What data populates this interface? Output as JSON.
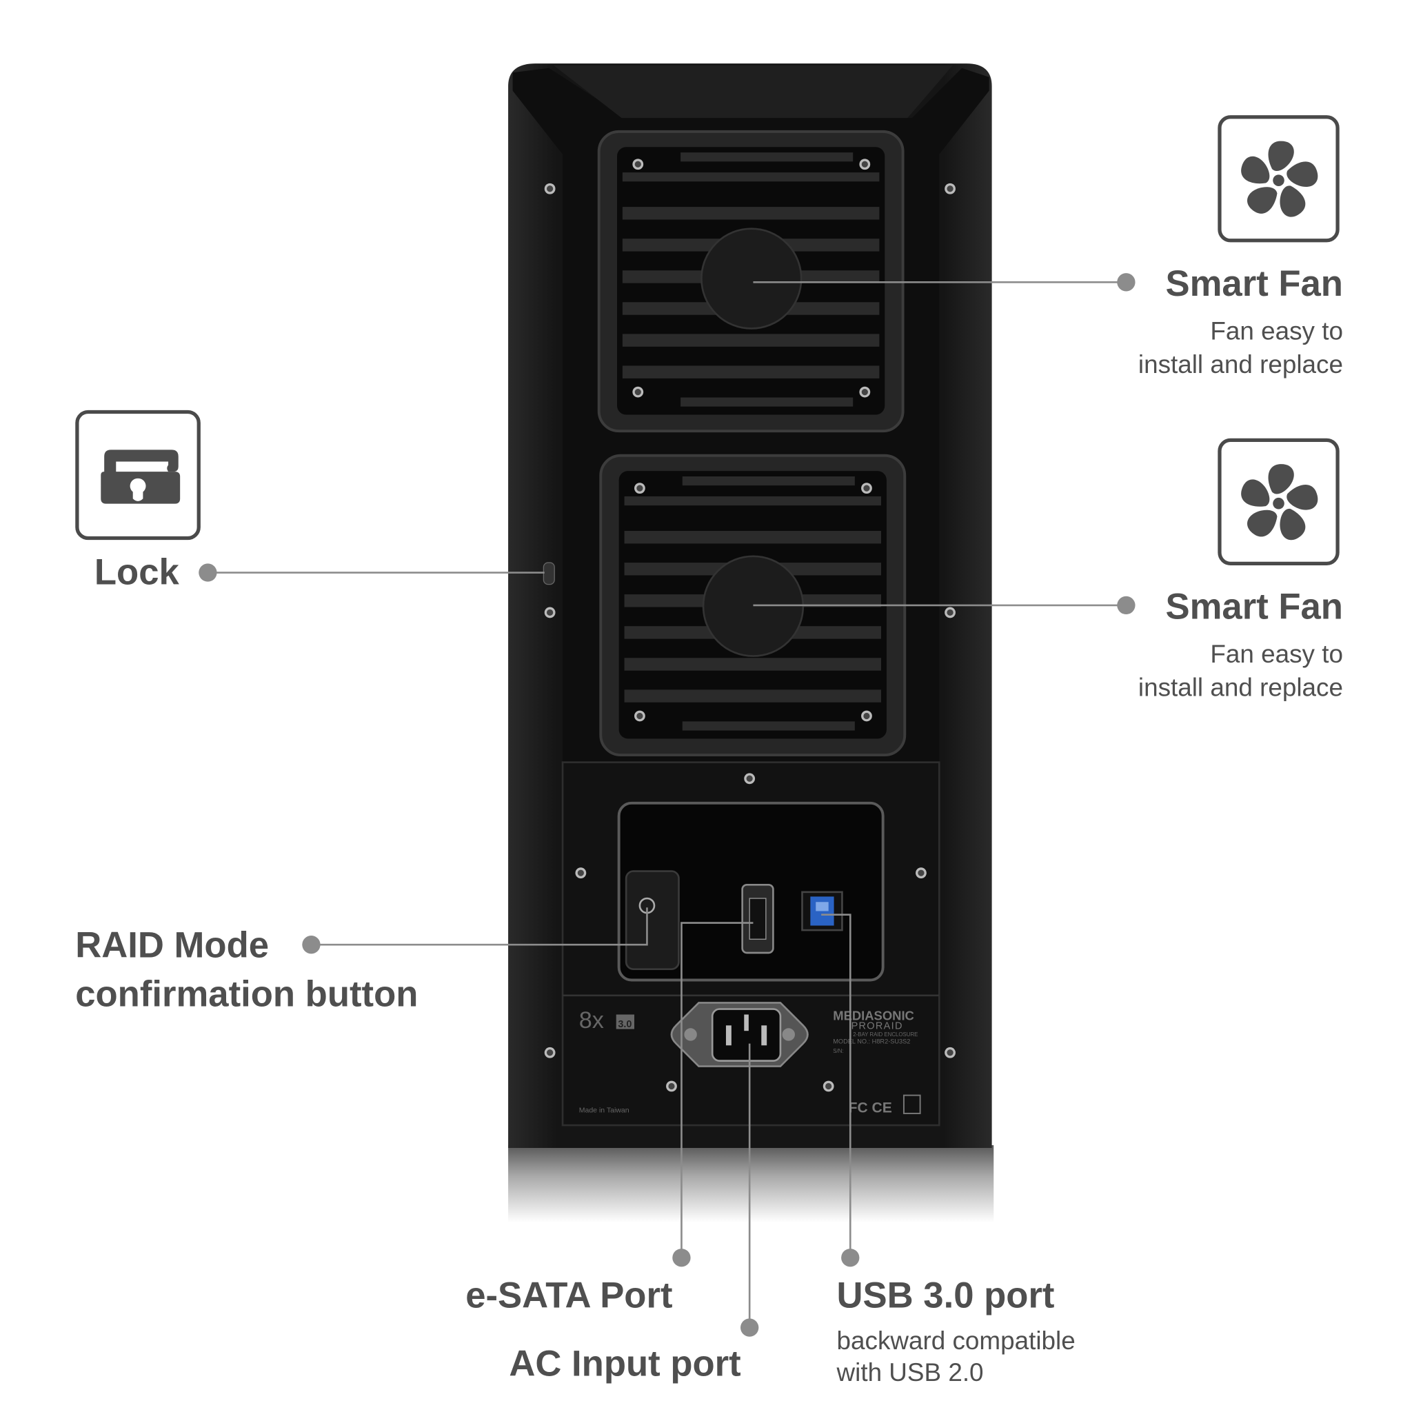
{
  "callouts": {
    "smart_fan_1": {
      "title": "Smart Fan",
      "line1": "Fan easy to",
      "line2": "install and replace",
      "icon": "fan-icon"
    },
    "smart_fan_2": {
      "title": "Smart Fan",
      "line1": "Fan easy to",
      "line2": "install and replace",
      "icon": "fan-icon"
    },
    "lock": {
      "title": "Lock",
      "icon": "lock-icon"
    },
    "raid": {
      "line1": "RAID Mode",
      "line2": "confirmation button"
    },
    "esata": {
      "title": "e-SATA Port"
    },
    "ac": {
      "title": "AC Input port"
    },
    "usb": {
      "title": "USB 3.0 port",
      "line1": "backward compatible",
      "line2": "with USB 2.0"
    }
  },
  "device": {
    "brand": "MEDIASONIC",
    "product": "PRORAID",
    "desc": "2-BAY RAID ENCLOSURE",
    "model": "MODEL NO.: H8R2-SU3S2",
    "sn": "S/N:",
    "speed": "8x",
    "usb_badge": "3.0",
    "origin": "Made in Taiwan",
    "certs": "FC CE"
  },
  "colors": {
    "text": "#4f4f4f",
    "line": "#8c8c8c",
    "device": "#161616",
    "usb_blue": "#2a63c4"
  }
}
